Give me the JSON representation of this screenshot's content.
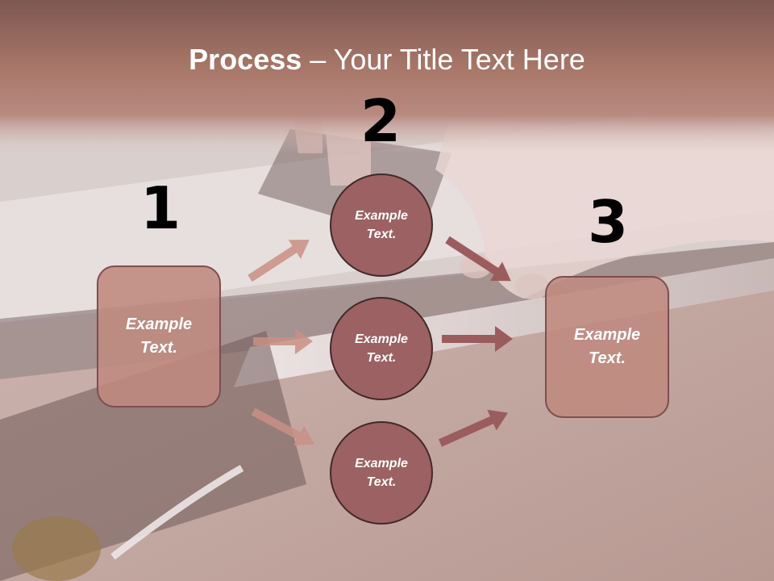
{
  "slide": {
    "title_bold": "Process",
    "title_rest": " – Your Title Text Here"
  },
  "steps": [
    {
      "number": "1",
      "text": "Example Text."
    },
    {
      "number": "2",
      "circles": [
        "Example Text.",
        "Example Text.",
        "Example Text."
      ]
    },
    {
      "number": "3",
      "text": "Example Text."
    }
  ],
  "colors": {
    "header_band": "#a6756a",
    "box_fill": "#bf8a80",
    "circle_fill": "#9c6162",
    "arrow_light": "#c98f84",
    "arrow_dark": "#9b5c5e"
  }
}
